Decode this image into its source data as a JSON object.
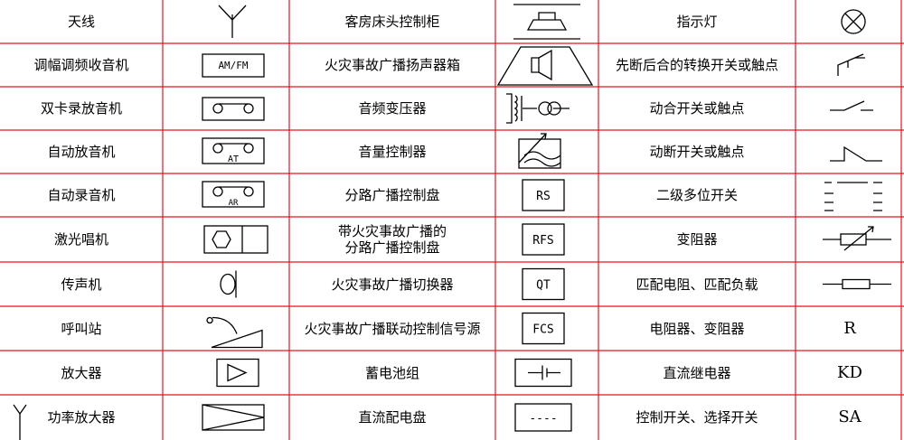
{
  "rows": [
    {
      "c1": "天线",
      "c3": "客房床头控制柜",
      "c6": "指示灯"
    },
    {
      "c1": "调幅调频收音机",
      "sym2": "AM/FM",
      "c3": "火灾事故广播扬声器箱",
      "c6": "先断后合的转换开关或触点"
    },
    {
      "c1": "双卡录放音机",
      "c3": "音频变压器",
      "c6": "动合开关或触点"
    },
    {
      "c1": "自动放音机",
      "sym2": "AT",
      "c3": "音量控制器",
      "c6": "动断开关或触点"
    },
    {
      "c1": "自动录音机",
      "sym2": "AR",
      "c3": "分路广播控制盘",
      "sym4": "RS",
      "c6": "二级多位开关"
    },
    {
      "c1": "激光唱机",
      "c3": "带火灾事故广播的\n分路广播控制盘",
      "sym4": "RFS",
      "c6": "变阻器"
    },
    {
      "c1": "传声机",
      "c3": "火灾事故广播切换器",
      "sym4": "QT",
      "c6": "匹配电阻、匹配负载"
    },
    {
      "c1": "呼叫站",
      "c3": "火灾事故广播联动控制信号源",
      "sym4": "FCS",
      "c6": "电阻器、变阻器",
      "sym7": "R"
    },
    {
      "c1": "放大器",
      "c3": "蓄电池组",
      "c6": "直流继电器",
      "sym7": "KD"
    },
    {
      "c1": "功率放大器",
      "c3": "直流配电盘",
      "sym4": "----",
      "c6": "控制开关、选择开关",
      "sym7": "SA"
    }
  ],
  "colors": {
    "grid": "#e8151b",
    "ink": "#000000",
    "background": "#ffffff"
  }
}
